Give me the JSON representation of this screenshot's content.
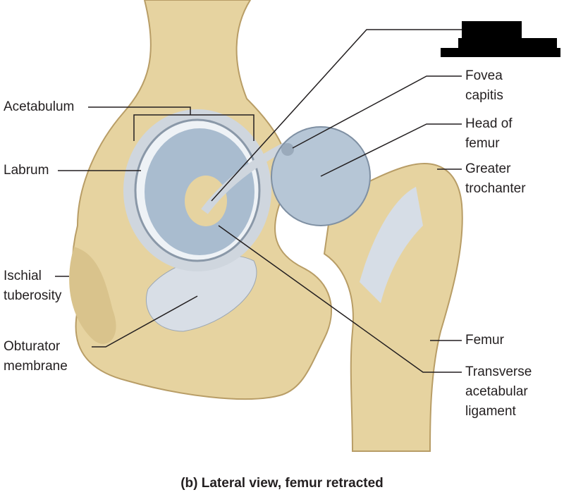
{
  "labels": {
    "acetabulum": "Acetabulum",
    "labrum": "Labrum",
    "ischial_line1": "Ischial",
    "ischial_line2": "tuberosity",
    "obturator_line1": "Obturator",
    "obturator_line2": "membrane",
    "fovea_line1": "Fovea",
    "fovea_line2": "capitis",
    "head_line1": "Head of",
    "head_line2": "femur",
    "trochanter_line1": "Greater",
    "trochanter_line2": "trochanter",
    "femur": "Femur",
    "transverse_line1": "Transverse",
    "transverse_line2": "acetabular",
    "transverse_line3": "ligament"
  },
  "caption": "(b)  Lateral view, femur retracted",
  "colors": {
    "bone": "#e8d7a8",
    "bone_shade": "#c9b27a",
    "cartilage": "#b9c7d6",
    "ligament": "#d6dde6",
    "line": "#231f20"
  }
}
